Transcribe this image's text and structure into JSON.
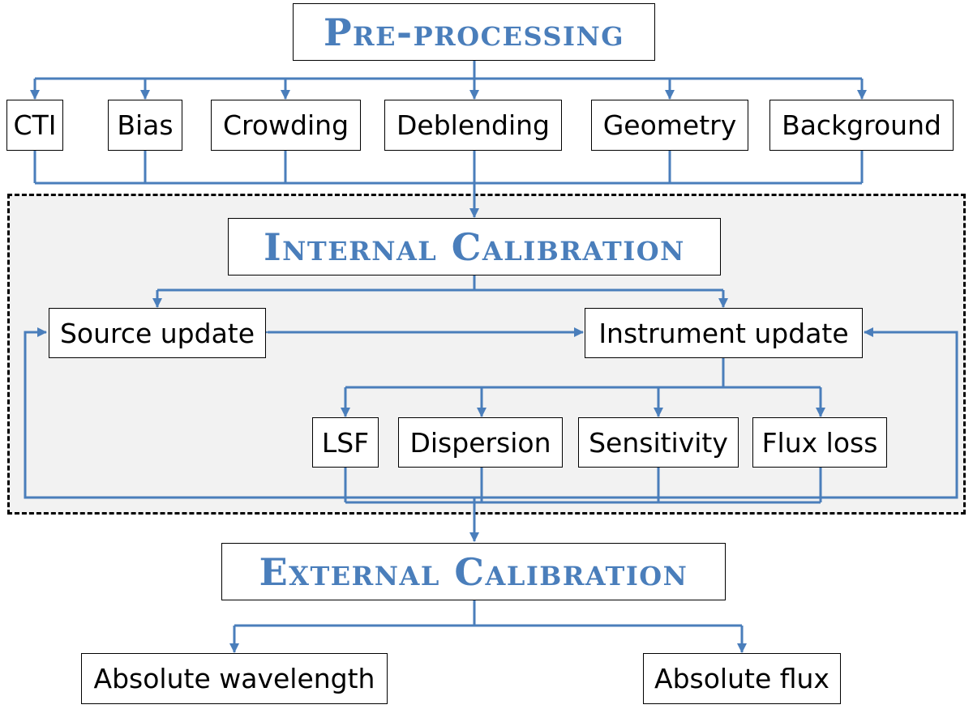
{
  "colors": {
    "accent": "#4a7ebb",
    "region_fill": "#f2f2f2",
    "region_border": "#000000"
  },
  "preprocessing": {
    "title": "Pre-processing",
    "steps": [
      "CTI",
      "Bias",
      "Crowding",
      "Deblending",
      "Geometry",
      "Background"
    ]
  },
  "internal": {
    "title": "Internal Calibration",
    "source_update": "Source update",
    "instrument_update": "Instrument update",
    "components": [
      "LSF",
      "Dispersion",
      "Sensitivity",
      "Flux loss"
    ]
  },
  "external": {
    "title": "External Calibration",
    "outputs": [
      "Absolute wavelength",
      "Absolute flux"
    ]
  }
}
